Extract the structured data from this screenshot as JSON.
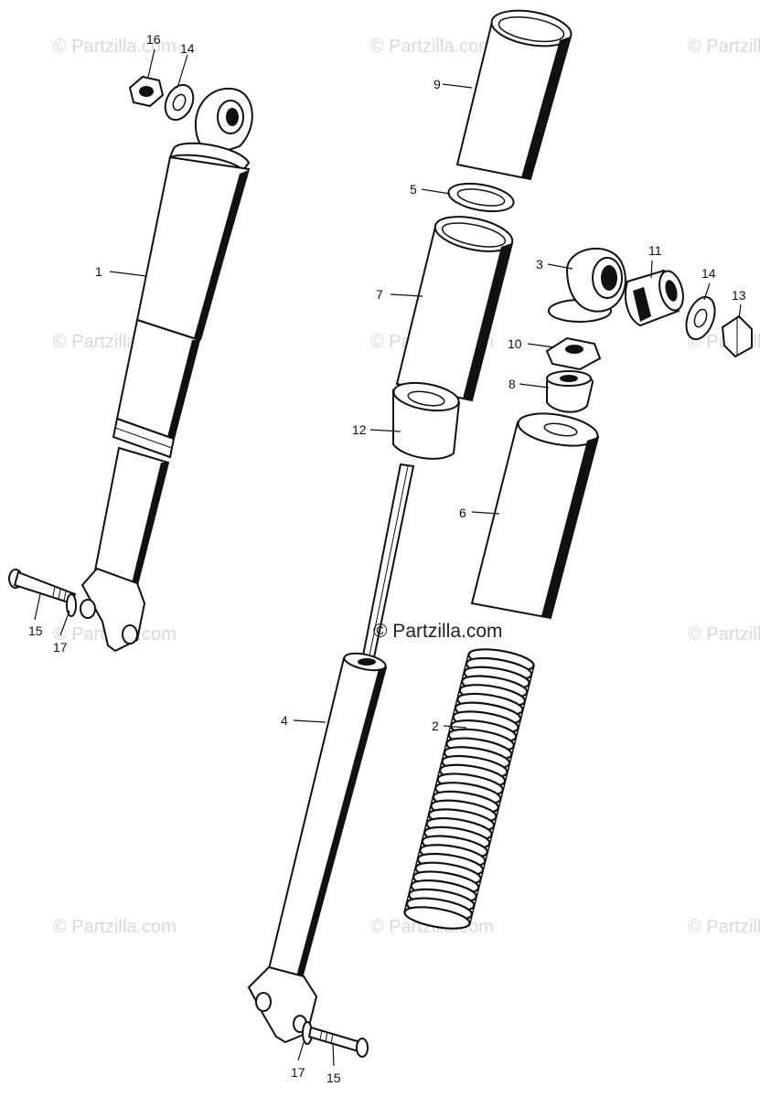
{
  "watermarks": {
    "faint": "© Partzilla.com",
    "center": "© Partzilla.com"
  },
  "callouts": {
    "c1": "1",
    "c2": "2",
    "c3": "3",
    "c4": "4",
    "c5": "5",
    "c6": "6",
    "c7": "7",
    "c8": "8",
    "c9": "9",
    "c10": "10",
    "c11": "11",
    "c12": "12",
    "c13": "13",
    "c14a": "14",
    "c14b": "14",
    "c15a": "15",
    "c15b": "15",
    "c16": "16",
    "c17a": "17",
    "c17b": "17"
  }
}
